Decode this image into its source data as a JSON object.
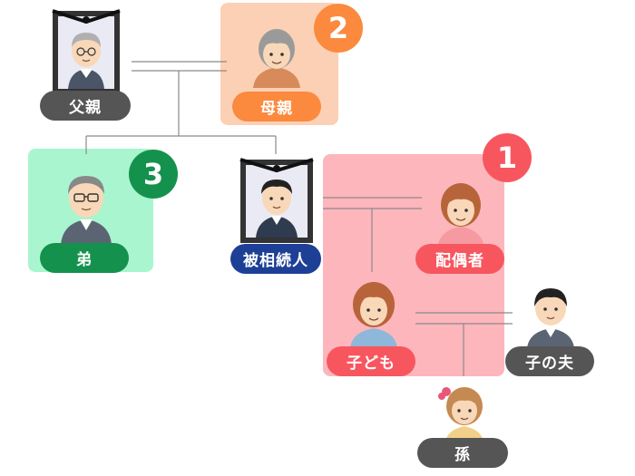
{
  "colors": {
    "parent_highlight": "#fcd0b5",
    "sibling_highlight": "#a9f5cf",
    "spouse_child_highlight": "#fdb6bc",
    "badge_1": "#f8565f",
    "badge_2": "#fb8a3e",
    "badge_3": "#14924d",
    "pill_gray": "#555555",
    "pill_orange": "#fb8a3e",
    "pill_green": "#14924d",
    "pill_navy": "#1e3f96",
    "pill_red": "#f8565f",
    "line": "#8a8a8a"
  },
  "badges": {
    "rank1": "1",
    "rank2": "2",
    "rank3": "3"
  },
  "people": {
    "father": "父親",
    "mother": "母親",
    "brother": "弟",
    "decedent": "被相続人",
    "spouse": "配偶者",
    "child": "子ども",
    "child_husband": "子の夫",
    "grandchild": "孫"
  },
  "icons": {
    "father": "memorial-portrait-elderly-man-icon",
    "mother": "elderly-woman-icon",
    "brother": "middle-aged-man-icon",
    "decedent": "memorial-portrait-man-icon",
    "spouse": "woman-icon",
    "child": "young-woman-icon",
    "child_husband": "young-man-icon",
    "grandchild": "girl-icon"
  }
}
